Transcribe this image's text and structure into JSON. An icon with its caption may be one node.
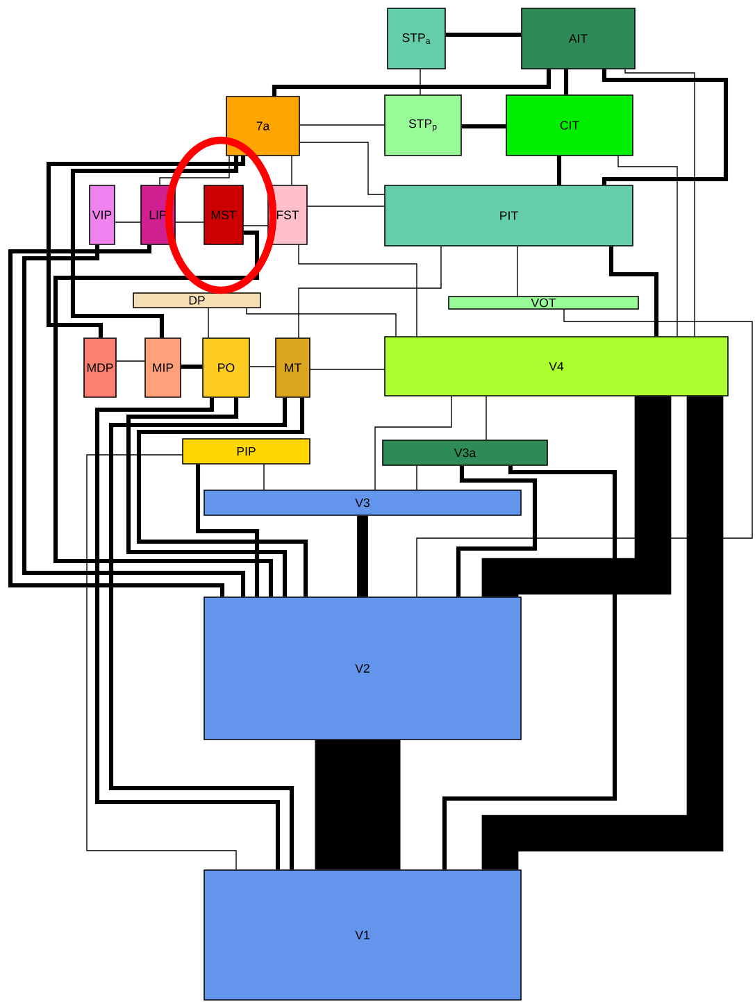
{
  "diagram": {
    "nodes": [
      {
        "text": [
          "STP$_{a}$"
        ]
      },
      {
        "text": [
          "AIT"
        ]
      },
      {
        "text": [
          "7a"
        ]
      },
      {
        "text": [
          "STP$_{p}$"
        ]
      },
      {
        "text": [
          "CIT"
        ]
      },
      {
        "text": [
          "VIP"
        ]
      },
      {
        "text": [
          "LIP"
        ]
      },
      {
        "text": [
          "MST"
        ]
      },
      {
        "text": [
          "FST"
        ]
      },
      {
        "text": [
          "PIT"
        ]
      },
      {
        "text": [
          "DP"
        ]
      },
      {
        "text": [
          "VOT"
        ]
      },
      {
        "text": [
          "MDP"
        ]
      },
      {
        "text": [
          "MIP"
        ]
      },
      {
        "text": [
          "PO"
        ]
      },
      {
        "text": [
          "MT"
        ]
      },
      {
        "text": [
          "V4"
        ]
      },
      {
        "text": [
          "PIP"
        ]
      },
      {
        "text": [
          "V3a"
        ]
      },
      {
        "text": [
          "V3"
        ]
      },
      {
        "text": [
          "V2"
        ]
      },
      {
        "text": [
          "V1"
        ]
      }
    ],
    "edges": [
      {
        "from": 0,
        "to": 1,
        "arrow": "none",
        "style": "thick"
      },
      {
        "from": 0,
        "to": 3,
        "arrow": "none"
      },
      {
        "from": 1,
        "to": 2,
        "arrow": "none",
        "style": "thick"
      },
      {
        "from": 1,
        "to": 4,
        "arrow": "none",
        "style": "thick"
      },
      {
        "from": 1,
        "to": 9,
        "arrow": "none",
        "style": "thick"
      },
      {
        "from": 1,
        "to": 16,
        "arrow": "none"
      },
      {
        "from": 2,
        "to": 3,
        "arrow": "none"
      },
      {
        "from": 3,
        "to": 4,
        "arrow": "none",
        "style": "thick"
      },
      {
        "from": 4,
        "to": 9,
        "arrow": "none",
        "style": "thick"
      },
      {
        "from": 4,
        "to": 16,
        "arrow": "none"
      },
      {
        "from": 2,
        "to": 12,
        "arrow": "none",
        "style": "thick"
      },
      {
        "from": 2,
        "to": 13,
        "arrow": "none",
        "style": "thick"
      },
      {
        "from": 2,
        "to": 6,
        "arrow": "none"
      },
      {
        "from": 2,
        "to": 8,
        "arrow": "none"
      },
      {
        "from": 2,
        "to": 9,
        "arrow": "none"
      },
      {
        "from": 5,
        "to": 6,
        "arrow": "none"
      },
      {
        "from": 6,
        "to": 7,
        "arrow": "none"
      },
      {
        "from": 7,
        "to": 8,
        "arrow": "none"
      },
      {
        "from": 8,
        "to": 9,
        "arrow": "none"
      },
      {
        "from": 5,
        "to": 20,
        "arrow": "none",
        "style": "thick"
      },
      {
        "from": 6,
        "to": 20,
        "arrow": "none",
        "style": "thick"
      },
      {
        "from": 7,
        "to": 20,
        "arrow": "none",
        "style": "thick"
      },
      {
        "from": 8,
        "to": 16,
        "arrow": "none"
      },
      {
        "from": 9,
        "to": 11,
        "arrow": "none"
      },
      {
        "from": 9,
        "to": 16,
        "arrow": "none",
        "style": "thick"
      },
      {
        "from": 9,
        "to": 15,
        "arrow": "none"
      },
      {
        "from": 11,
        "to": 20,
        "arrow": "none"
      },
      {
        "from": 10,
        "to": 14,
        "arrow": "none"
      },
      {
        "from": 10,
        "to": 16,
        "arrow": "none"
      },
      {
        "from": 12,
        "to": 13,
        "arrow": "none"
      },
      {
        "from": 13,
        "to": 14,
        "arrow": "none",
        "style": "thick"
      },
      {
        "from": 14,
        "to": 15,
        "arrow": "none"
      },
      {
        "from": 15,
        "to": 16,
        "arrow": "none"
      },
      {
        "from": 14,
        "to": 21,
        "arrow": "none",
        "style": "thick"
      },
      {
        "from": 14,
        "to": 20,
        "arrow": "none",
        "style": "thick"
      },
      {
        "from": 15,
        "to": 21,
        "arrow": "none",
        "style": "thick"
      },
      {
        "from": 15,
        "to": 20,
        "arrow": "none",
        "style": "thick"
      },
      {
        "from": 17,
        "to": 19,
        "arrow": "none"
      },
      {
        "from": 17,
        "to": 21,
        "arrow": "none"
      },
      {
        "from": 17,
        "to": 20,
        "arrow": "none",
        "style": "thick"
      },
      {
        "from": 18,
        "to": 19,
        "arrow": "none"
      },
      {
        "from": 18,
        "to": 20,
        "arrow": "none",
        "style": "thick"
      },
      {
        "from": 18,
        "to": 21,
        "arrow": "none",
        "style": "thick"
      },
      {
        "from": 16,
        "to": 18,
        "arrow": "none"
      },
      {
        "from": 16,
        "to": 19,
        "arrow": "none"
      },
      {
        "from": 16,
        "to": 20,
        "arrow": "none",
        "style": "thick"
      },
      {
        "from": 16,
        "to": 21,
        "arrow": "none",
        "style": "thick"
      },
      {
        "from": 19,
        "to": 20,
        "arrow": "none",
        "style": "thick"
      },
      {
        "from": 20,
        "to": 21,
        "arrow": "none",
        "style": "thick"
      }
    ]
  }
}
